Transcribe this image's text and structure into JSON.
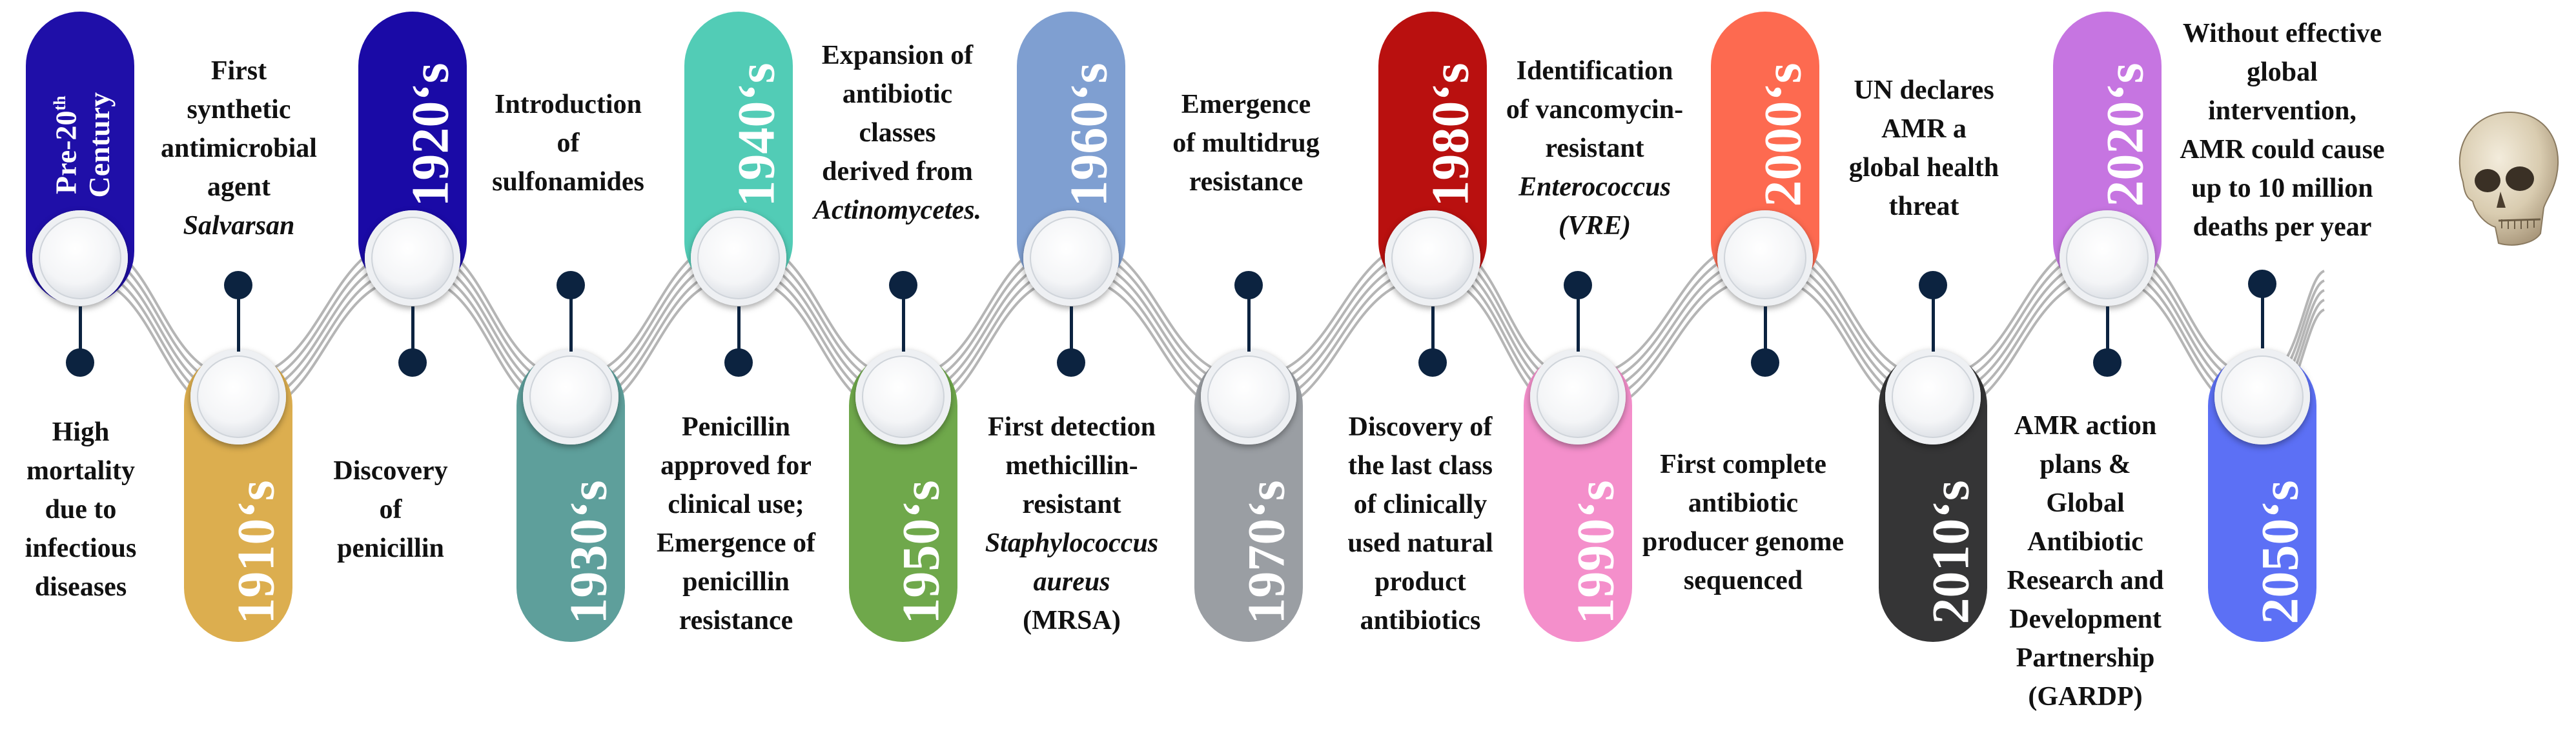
{
  "eras": [
    {
      "name": "pre-20th",
      "label": "Pre-20",
      "sup": "th",
      "label2": "Century",
      "color": "#1f0fa8"
    },
    {
      "name": "1910s",
      "label": "1910‘s",
      "color": "#dcae4f"
    },
    {
      "name": "1920s",
      "label": "1920‘s",
      "color": "#1a0aa6"
    },
    {
      "name": "1930s",
      "label": "1930‘s",
      "color": "#5e9f9b"
    },
    {
      "name": "1940s",
      "label": "1940‘s",
      "color": "#52ccb6"
    },
    {
      "name": "1950s",
      "label": "1950‘s",
      "color": "#6fa84b"
    },
    {
      "name": "1960s",
      "label": "1960‘s",
      "color": "#7f9fd1"
    },
    {
      "name": "1970s",
      "label": "1970‘s",
      "color": "#9a9ea3"
    },
    {
      "name": "1980s",
      "label": "1980‘s",
      "color": "#b9100f"
    },
    {
      "name": "1990s",
      "label": "1990‘s",
      "color": "#f48fcb"
    },
    {
      "name": "2000s",
      "label": "2000‘s",
      "color": "#fd6a50"
    },
    {
      "name": "2010s",
      "label": "2010‘s",
      "color": "#353536"
    },
    {
      "name": "2020s",
      "label": "2020‘s",
      "color": "#c675e1"
    },
    {
      "name": "2050s",
      "label": "2050‘s",
      "color": "#5c70f5"
    }
  ],
  "events": {
    "high_mortality": [
      "High",
      "mortality",
      "due to",
      "infectious",
      "diseases"
    ],
    "salvarsan": [
      "First",
      "synthetic",
      "antimicrobial",
      "agent",
      "Salvarsan"
    ],
    "penicillin_discovery": [
      "Discovery",
      "of",
      "penicillin"
    ],
    "sulfonamides": [
      "Introduction",
      "of",
      "sulfonamides"
    ],
    "penicillin_use": [
      "Penicillin",
      "approved for",
      "clinical use;",
      "Emergence of",
      "penicillin",
      "resistance"
    ],
    "classes": [
      "Expansion of",
      "antibiotic",
      "classes",
      "derived from",
      "Actinomycetes."
    ],
    "mrsa": [
      "First detection",
      "methicillin-",
      "resistant",
      "Staphylococcus",
      "aureus",
      "(MRSA)"
    ],
    "multidrug": [
      "Emergence",
      "of multidrug",
      "resistance"
    ],
    "last_class": [
      "Discovery of",
      "the last class",
      "of clinically",
      "used natural",
      "product",
      "antibiotics"
    ],
    "vre": [
      "Identification",
      "of vancomycin-",
      "resistant",
      "Enterococcus",
      "(VRE)"
    ],
    "genome": [
      "First complete",
      "antibiotic",
      "producer genome",
      "sequenced"
    ],
    "un": [
      "UN declares",
      "AMR a",
      "global health",
      "threat"
    ],
    "gardp": [
      "AMR action",
      "plans &",
      "Global",
      "Antibiotic",
      "Research and",
      "Development",
      "Partnership",
      "(GARDP)"
    ],
    "future": [
      "Without effective",
      "global",
      "intervention,",
      "AMR could cause",
      "up to 10 million",
      "deaths per year"
    ]
  },
  "colors": {
    "dot": "#0c2340",
    "wave": "#b5b5b5"
  }
}
